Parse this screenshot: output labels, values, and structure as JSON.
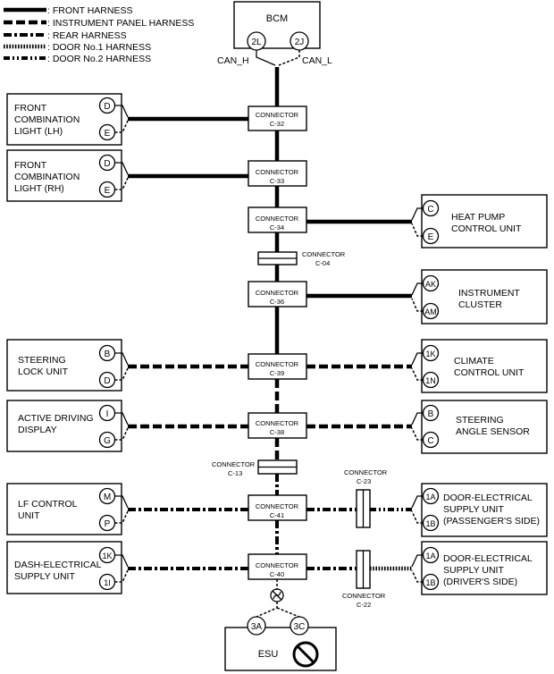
{
  "legend": [
    {
      "label": ": FRONT HARNESS",
      "style": "front"
    },
    {
      "label": ": INSTRUMENT PANEL HARNESS",
      "style": "instrument"
    },
    {
      "label": ": REAR HARNESS",
      "style": "rear"
    },
    {
      "label": ": DOOR No.1 HARNESS",
      "style": "door1"
    },
    {
      "label": ": DOOR No.2 HARNESS",
      "style": "door2"
    }
  ],
  "bcm": {
    "title": "BCM",
    "pin_left": "2L",
    "pin_right": "2J",
    "can_h": "CAN_H",
    "can_l": "CAN_L"
  },
  "connectors": {
    "c32": {
      "l1": "CONNECTOR",
      "l2": "C-32"
    },
    "c33": {
      "l1": "CONNECTOR",
      "l2": "C-33"
    },
    "c34": {
      "l1": "CONNECTOR",
      "l2": "C-34"
    },
    "c04": {
      "l1": "CONNECTOR",
      "l2": "C-04"
    },
    "c36": {
      "l1": "CONNECTOR",
      "l2": "C-36"
    },
    "c39": {
      "l1": "CONNECTOR",
      "l2": "C-39"
    },
    "c38": {
      "l1": "CONNECTOR",
      "l2": "C-38"
    },
    "c13": {
      "l1": "CONNECTOR",
      "l2": "C-13"
    },
    "c41": {
      "l1": "CONNECTOR",
      "l2": "C-41"
    },
    "c23": {
      "l1": "CONNECTOR",
      "l2": "C-23"
    },
    "c40": {
      "l1": "CONNECTOR",
      "l2": "C-40"
    },
    "c22": {
      "l1": "CONNECTOR",
      "l2": "C-22"
    }
  },
  "modules": {
    "front_lh": {
      "lines": [
        "FRONT",
        "COMBINATION",
        "LIGHT (LH)"
      ],
      "pin_top": "D",
      "pin_bottom": "E"
    },
    "front_rh": {
      "lines": [
        "FRONT",
        "COMBINATION",
        "LIGHT (RH)"
      ],
      "pin_top": "D",
      "pin_bottom": "E"
    },
    "heat_pump": {
      "lines": [
        "HEAT PUMP",
        "CONTROL UNIT"
      ],
      "pin_top": "C",
      "pin_bottom": "E"
    },
    "instrument_cluster": {
      "lines": [
        "INSTRUMENT",
        "CLUSTER"
      ],
      "pin_top": "AK",
      "pin_bottom": "AM"
    },
    "steering_lock": {
      "lines": [
        "STEERING",
        "LOCK UNIT"
      ],
      "pin_top": "B",
      "pin_bottom": "D"
    },
    "climate_control": {
      "lines": [
        "CLIMATE",
        "CONTROL UNIT"
      ],
      "pin_top": "1K",
      "pin_bottom": "1N"
    },
    "active_driving_display": {
      "lines": [
        "ACTIVE DRIVING",
        "DISPLAY"
      ],
      "pin_top": "I",
      "pin_bottom": "G"
    },
    "steering_angle": {
      "lines": [
        "STEERING",
        "ANGLE SENSOR"
      ],
      "pin_top": "B",
      "pin_bottom": "C"
    },
    "lf_control": {
      "lines": [
        "LF CONTROL",
        "UNIT"
      ],
      "pin_top": "M",
      "pin_bottom": "P"
    },
    "door_passenger": {
      "lines": [
        "DOOR-ELECTRICAL",
        "SUPPLY UNIT",
        "(PASSENGER'S SIDE)"
      ],
      "pin_top": "1A",
      "pin_bottom": "1B"
    },
    "dash_electrical": {
      "lines": [
        "DASH-ELECTRICAL",
        "SUPPLY UNIT"
      ],
      "pin_top": "1K",
      "pin_bottom": "1I"
    },
    "door_driver": {
      "lines": [
        "DOOR-ELECTRICAL",
        "SUPPLY UNIT",
        "(DRIVER'S SIDE)"
      ],
      "pin_top": "1A",
      "pin_bottom": "1B"
    }
  },
  "esu": {
    "title": "ESU",
    "pin_left": "3A",
    "pin_right": "3C"
  }
}
